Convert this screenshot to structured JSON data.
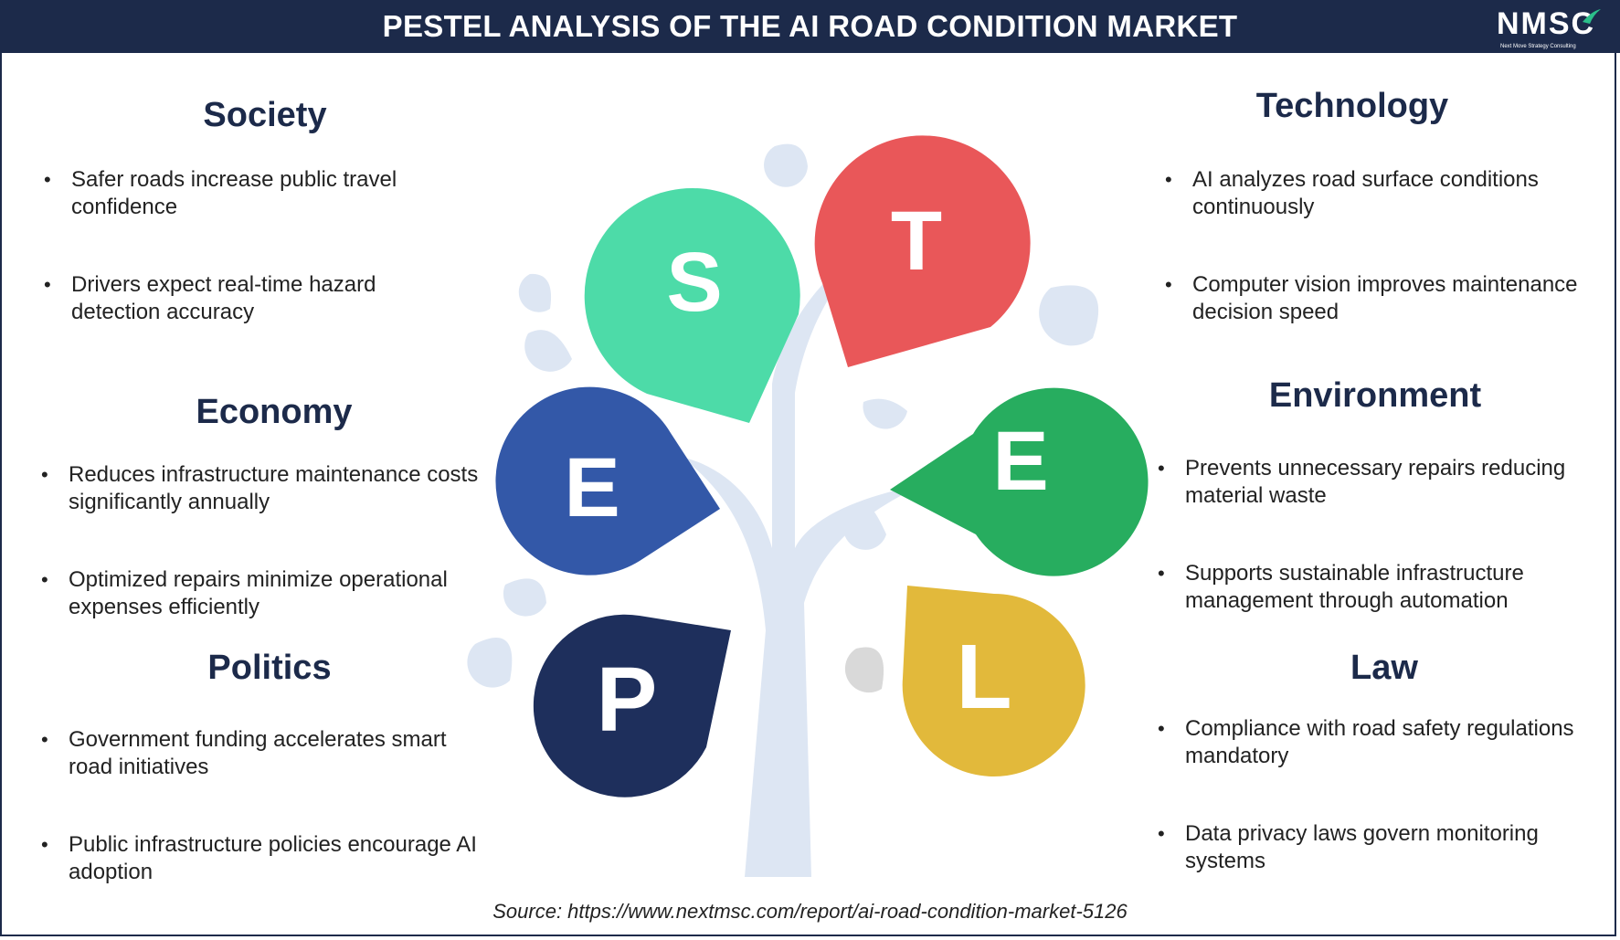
{
  "title": "PESTEL ANALYSIS OF THE AI ROAD CONDITION MARKET",
  "logo": {
    "text": "NMSC",
    "subtitle": "Next Move Strategy Consulting"
  },
  "colors": {
    "header": "#1c2a4a",
    "society": "#4ddba8",
    "technology": "#e95759",
    "economy": "#3358a8",
    "environment": "#27ad5f",
    "politics": "#1e2f5c",
    "law": "#e2b93b",
    "tree": "#dde6f3"
  },
  "petals": {
    "s": "S",
    "t": "T",
    "e1": "E",
    "e2": "E",
    "p": "P",
    "l": "L"
  },
  "sections": {
    "society": {
      "title": "Society",
      "bullets": [
        "Safer roads increase public travel confidence",
        "Drivers expect real-time hazard detection accuracy"
      ]
    },
    "economy": {
      "title": "Economy",
      "bullets": [
        "Reduces infrastructure maintenance costs significantly annually",
        "Optimized repairs minimize operational expenses efficiently"
      ]
    },
    "politics": {
      "title": "Politics",
      "bullets": [
        "Government funding accelerates smart road initiatives",
        "Public infrastructure policies encourage AI adoption"
      ]
    },
    "technology": {
      "title": "Technology",
      "bullets": [
        "AI analyzes road surface conditions continuously",
        "Computer vision improves maintenance decision speed"
      ]
    },
    "environment": {
      "title": "Environment",
      "bullets": [
        "Prevents unnecessary repairs reducing material waste",
        "Supports sustainable infrastructure management through automation"
      ]
    },
    "law": {
      "title": "Law",
      "bullets": [
        "Compliance with road safety regulations mandatory",
        "Data privacy laws govern monitoring systems"
      ]
    }
  },
  "source": "Source: https://www.nextmsc.com/report/ai-road-condition-market-5126"
}
